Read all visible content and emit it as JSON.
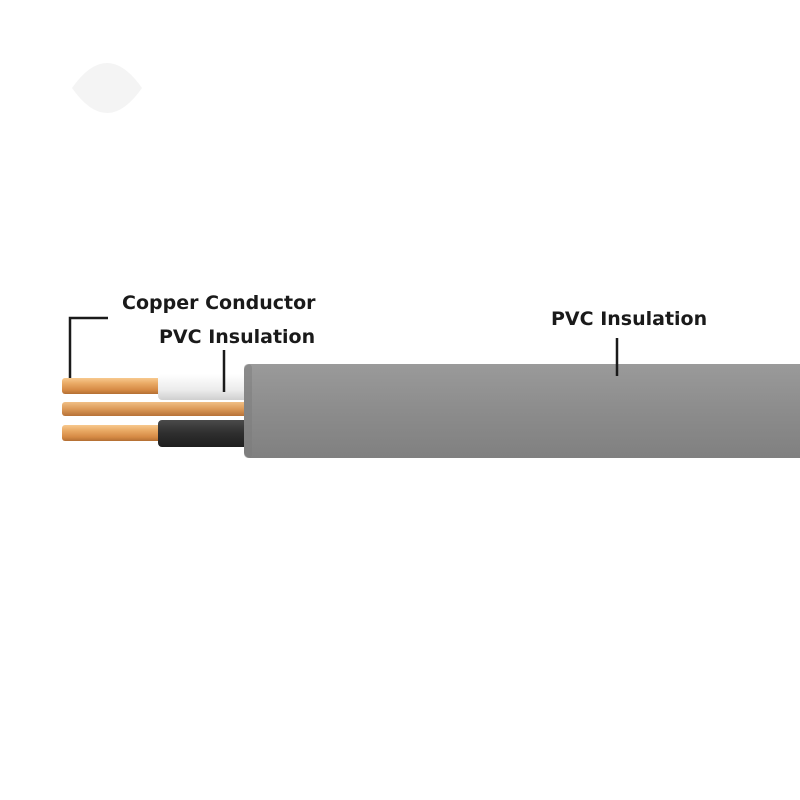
{
  "labels": {
    "copper_conductor": "Copper Conductor",
    "inner_insulation": "PVC Insulation",
    "outer_sheath": "PVC Insulation"
  },
  "colors": {
    "background": "#ffffff",
    "sheath": "#8c8c8c",
    "copper": "#e3a05c",
    "insulation_white": "#f2f2f2",
    "insulation_black": "#2e2e2e",
    "leader_line": "#1a1a1a",
    "text": "#1a1a1a"
  }
}
